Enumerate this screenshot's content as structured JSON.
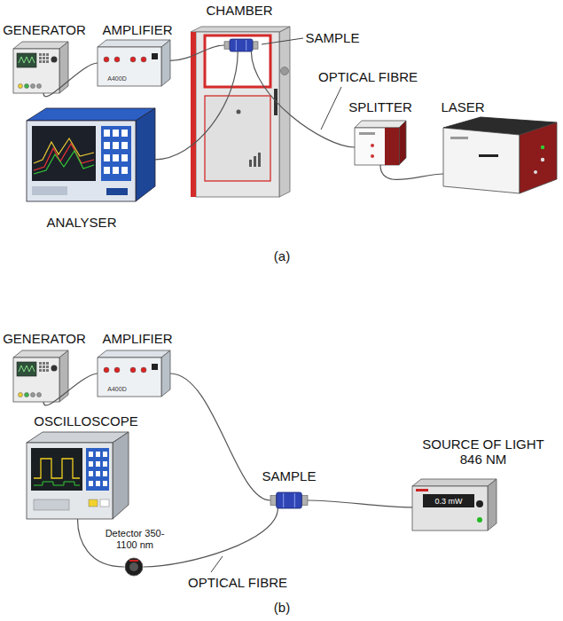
{
  "diagram": {
    "nodes": [
      {
        "text": [
          "GENERATOR"
        ]
      },
      {
        "text": [
          "AMPLIFIER"
        ]
      },
      {
        "text": [
          "CHAMBER"
        ]
      },
      {
        "text": [
          "SAMPLE"
        ],
        "in": 2
      },
      {
        "text": [
          "SPLITTER"
        ]
      },
      {
        "text": [
          "LASER"
        ]
      },
      {
        "text": [
          "ANALYSER"
        ]
      },
      {
        "text": [
          "GENERATOR"
        ]
      },
      {
        "text": [
          "AMPLIFIER"
        ]
      },
      {
        "text": [
          "OSCILLOSCOPE"
        ]
      },
      {
        "text": [
          "SAMPLE"
        ]
      },
      {
        "text": [
          "SOURCE OF LIGHT 846 NM"
        ]
      },
      {
        "text": [
          "Detector 350-1100 nm"
        ]
      }
    ],
    "edges": [
      {
        "from": 0,
        "to": 1,
        "arrow": "none"
      },
      {
        "from": 1,
        "to": 3,
        "arrow": "none"
      },
      {
        "from": 3,
        "to": 6,
        "arrow": "none"
      },
      {
        "from": 3,
        "to": 4,
        "arrow": "none"
      },
      {
        "from": 4,
        "to": 5,
        "arrow": "none"
      },
      {
        "from": 7,
        "to": 8,
        "arrow": "none"
      },
      {
        "from": 8,
        "to": 10,
        "arrow": "none"
      },
      {
        "from": 10,
        "to": 11,
        "arrow": "none"
      },
      {
        "from": 10,
        "to": 12,
        "arrow": "none"
      },
      {
        "from": 9,
        "to": 12,
        "arrow": "none"
      }
    ],
    "labels": [
      "OPTICAL FIBRE",
      "A400D",
      "(a)",
      "A400D",
      "0.3 mW",
      "OPTICAL FIBRE",
      "(b)"
    ]
  }
}
